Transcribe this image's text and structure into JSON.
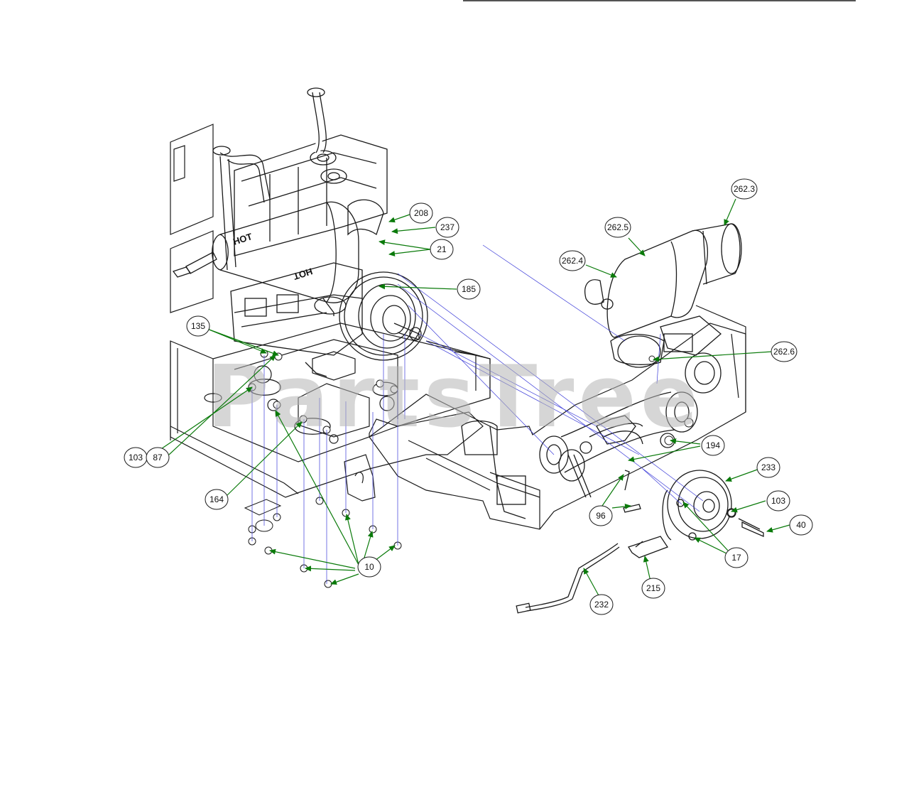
{
  "watermark": "PartsTree",
  "colors": {
    "outline": "#1a1a1a",
    "leader_arrow": "#0a7a0a",
    "guide_line": "#3a3ad8",
    "watermark": "#b5b5b5",
    "callout_fill": "#ffffff"
  },
  "engine": {
    "hot_label_1": "HOT",
    "hot_label_2": "HOT"
  },
  "callouts": [
    {
      "id": "208"
    },
    {
      "id": "237"
    },
    {
      "id": "21"
    },
    {
      "id": "185"
    },
    {
      "id": "135"
    },
    {
      "id": "103"
    },
    {
      "id": "87"
    },
    {
      "id": "164"
    },
    {
      "id": "10"
    },
    {
      "id": "262.3"
    },
    {
      "id": "262.5"
    },
    {
      "id": "262.4"
    },
    {
      "id": "262.6"
    },
    {
      "id": "194"
    },
    {
      "id": "233"
    },
    {
      "id": "96"
    },
    {
      "id": "103"
    },
    {
      "id": "40"
    },
    {
      "id": "17"
    },
    {
      "id": "215"
    },
    {
      "id": "232"
    }
  ]
}
